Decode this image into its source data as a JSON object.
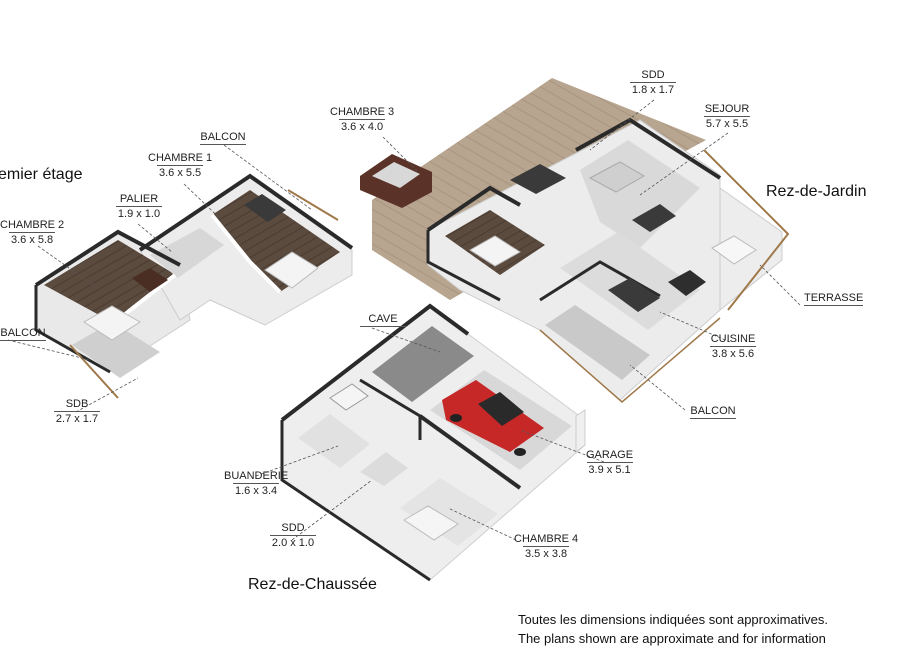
{
  "floors": {
    "premier": "emier étage",
    "rez_de_jardin": "Rez-de-Jardin",
    "rez_de_chaussee": "Rez-de-Chaussée"
  },
  "rooms": {
    "chambre3": {
      "name": "CHAMBRE 3",
      "dim": "3.6 x 4.0"
    },
    "sdd_top": {
      "name": "SDD",
      "dim": "1.8 x 1.7"
    },
    "sejour": {
      "name": "SEJOUR",
      "dim": "5.7 x 5.5"
    },
    "balcon_top": {
      "name": "BALCON"
    },
    "chambre1": {
      "name": "CHAMBRE 1",
      "dim": "3.6 x 5.5"
    },
    "palier": {
      "name": "PALIER",
      "dim": "1.9 x 1.0"
    },
    "chambre2": {
      "name": "CHAMBRE 2",
      "dim": "3.6 x 5.8"
    },
    "balcon_left": {
      "name": "BALCON"
    },
    "sdb": {
      "name": "SDB",
      "dim": "2.7 x 1.7"
    },
    "terrasse": {
      "name": "TERRASSE"
    },
    "cuisine": {
      "name": "CUISINE",
      "dim": "3.8 x 5.6"
    },
    "balcon_right": {
      "name": "BALCON"
    },
    "cave": {
      "name": "CAVE"
    },
    "garage": {
      "name": "GARAGE",
      "dim": "3.9 x 5.1"
    },
    "buanderie": {
      "name": "BUANDERIE",
      "dim": "1.6 x 3.4"
    },
    "sdd_bottom": {
      "name": "SDD",
      "dim": "2.0 x 1.0"
    },
    "chambre4": {
      "name": "CHAMBRE 4",
      "dim": "3.5 x 3.8"
    }
  },
  "disclaimer": {
    "fr": "Toutes les dimensions indiquées sont approximatives.",
    "en": "The plans shown are approximate and for information"
  }
}
